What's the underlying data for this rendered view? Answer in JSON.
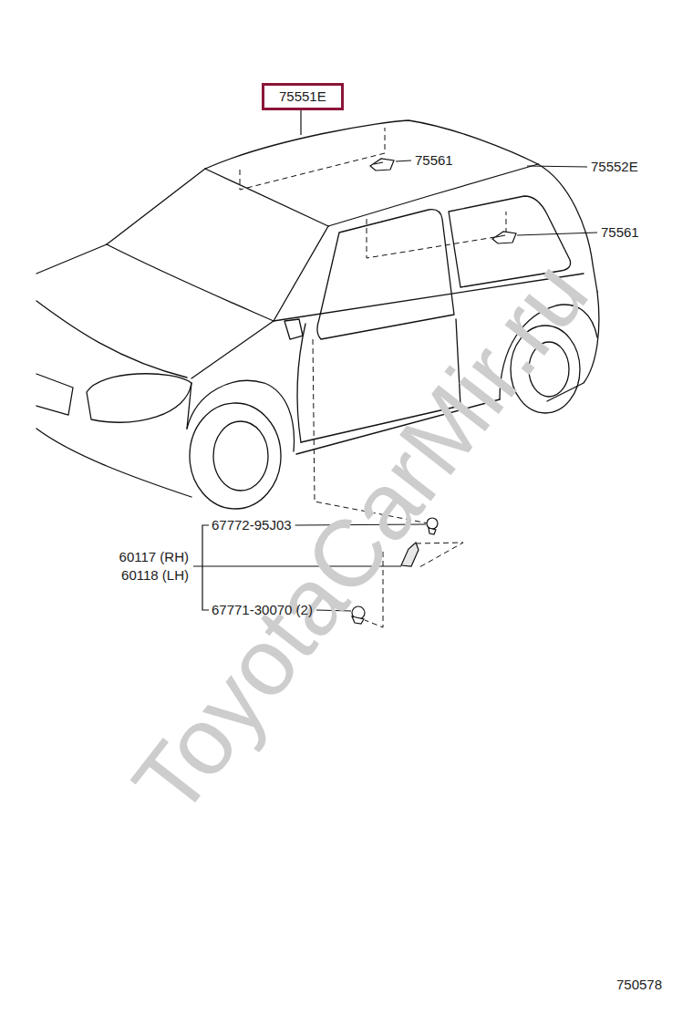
{
  "diagram": {
    "nodes": [
      {
        "text": [
          "75551E"
        ]
      }
    ],
    "labels": [
      "75561",
      "75552E",
      "75561",
      "67772-95J03",
      "60117 (RH)",
      "60118 (LH)",
      "67771-30070 (2)",
      "750578",
      "ToyotaCarMir.ru"
    ]
  }
}
